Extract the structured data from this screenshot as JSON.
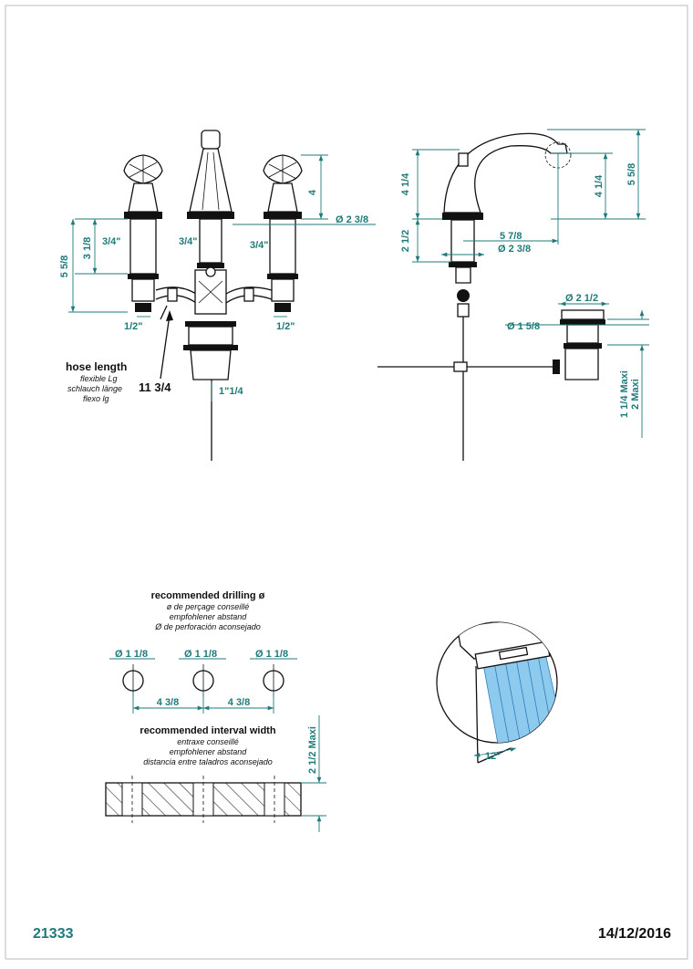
{
  "footer": {
    "reference": "21333",
    "date": "14/12/2016"
  },
  "front_view": {
    "dims": {
      "handle_height": "4",
      "spout_diameter": "Ø 2 3/8",
      "body_height": "3 1/8",
      "total_height": "5 5/8",
      "thread_left": "3/4\"",
      "thread_center": "3/4\"",
      "thread_right": "3/4\"",
      "inlet_left": "1/2\"",
      "inlet_right": "1/2\"",
      "drain": "1\"1/4"
    },
    "hose": {
      "title": "hose length",
      "fr": "flexible Lg",
      "de": "schlauch länge",
      "es": "flexo lg",
      "value": "11 3/4"
    }
  },
  "side_view": {
    "dims": {
      "spout_height": "4 1/4",
      "spout_rise": "4 1/4",
      "spout_total": "5 5/8",
      "base_height": "2 1/2",
      "reach": "5 7/8",
      "base_diameter": "Ø 2 3/8",
      "pop_head": "Ø 2 1/2",
      "pop_body": "Ø 1 5/8",
      "waste_range_a": "1 1/4  Maxi",
      "waste_range_b": "2 Maxi"
    }
  },
  "drilling": {
    "title": "recommended drilling ø",
    "fr": "ø de perçage conseillé",
    "de": "empfohlener abstand",
    "es": "Ø de perforación aconsejado",
    "hole_labels": [
      "Ø 1 1/8",
      "Ø 1 1/8",
      "Ø 1 1/8"
    ],
    "spacing_labels": [
      "4 3/8",
      "4 3/8"
    ]
  },
  "interval": {
    "title": "recommended interval width",
    "fr": "entraxe conseillé",
    "de": "empfohlener abstand",
    "es": "distancia entre taladros aconsejado",
    "thickness": "2 1/2  Maxi"
  },
  "aerator": {
    "angle": "12°",
    "spray_color": "#8ec9ee"
  },
  "colors": {
    "dimension": "#1f7a7a",
    "footer": "#1f7a7a"
  }
}
